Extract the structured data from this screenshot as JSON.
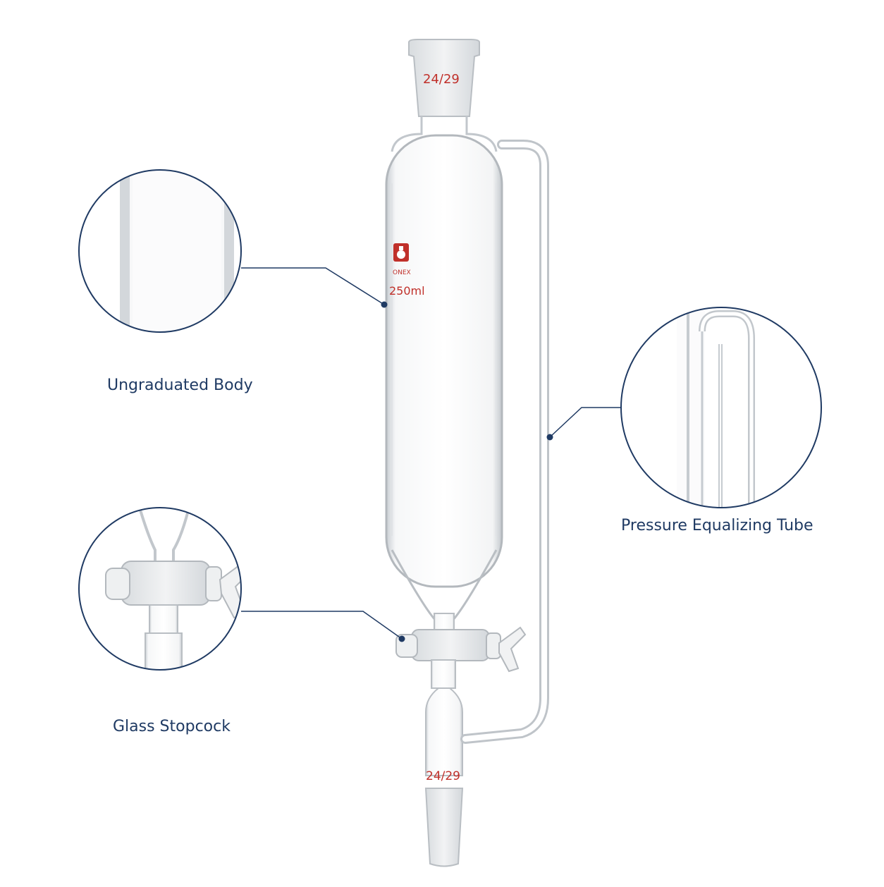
{
  "product": {
    "top_joint_label": "24/29",
    "bottom_joint_label": "24/29",
    "brand_text": "ONEX",
    "volume_text": "250ml"
  },
  "callouts": {
    "body": {
      "label": "Ungraduated Body"
    },
    "tube": {
      "label": "Pressure Equalizing Tube"
    },
    "stopcock": {
      "label": "Glass Stopcock"
    }
  },
  "colors": {
    "label_text": "#1f3a63",
    "callout_line": "#1f3a63",
    "glass_marking": "#c0302a",
    "background": "#ffffff"
  }
}
